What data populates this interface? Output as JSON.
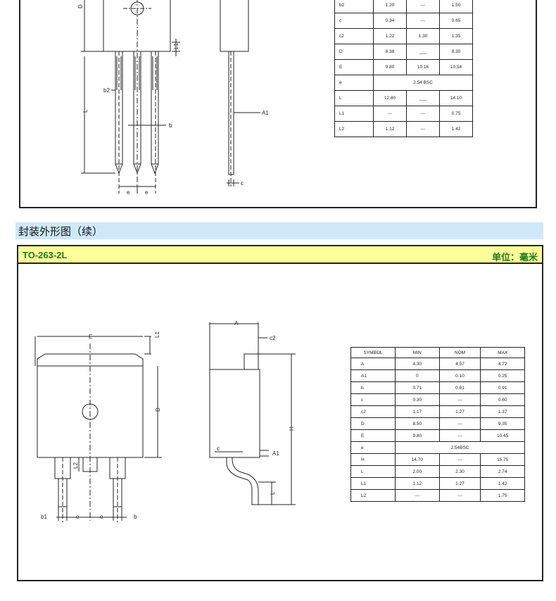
{
  "section_banner": "封装外形图（续）",
  "package": {
    "name": "TO-263-2L",
    "unit": "单位：毫米"
  },
  "top_table": {
    "rows": [
      [
        "b2",
        "1.20",
        "---",
        "1.50"
      ],
      [
        "c",
        "0.34",
        "---",
        "0.65"
      ],
      [
        "c2",
        "1.22",
        "1.30",
        "1.35"
      ],
      [
        "D",
        "8.38",
        "___",
        "9.30"
      ],
      [
        "E",
        "9.80",
        "10.16",
        "10.54"
      ],
      [
        "e",
        "2.54 BSC"
      ],
      [
        "L",
        "12.80",
        "___",
        "14.10"
      ],
      [
        "L1",
        "---",
        "---",
        "0.75"
      ],
      [
        "L2",
        "1.12",
        "---",
        "1.42"
      ]
    ]
  },
  "bottom_table": {
    "headers": [
      "SYMBOL",
      "MIN",
      "NOM",
      "MAX"
    ],
    "rows": [
      [
        "A",
        "4.30",
        "4.57",
        "4.72"
      ],
      [
        "A1",
        "0",
        "0.10",
        "0.25"
      ],
      [
        "b",
        "0.71",
        "0.81",
        "0.91"
      ],
      [
        "c",
        "0.30",
        "---",
        "0.60"
      ],
      [
        "c2",
        "1.17",
        "1.27",
        "1.37"
      ],
      [
        "D",
        "8.50",
        "---",
        "9.35"
      ],
      [
        "E",
        "9.80",
        "---",
        "10.45"
      ],
      [
        "e",
        "2.54BSC"
      ],
      [
        "H",
        "14.70",
        "---",
        "15.75"
      ],
      [
        "L",
        "2.00",
        "2.30",
        "2.74"
      ],
      [
        "L1",
        "1.12",
        "1.27",
        "1.42"
      ],
      [
        "L2",
        "---",
        "---",
        "1.75"
      ]
    ]
  },
  "drawing_labels": {
    "top_D": "D",
    "top_b2": "b2",
    "top_L": "L",
    "top_b": "b",
    "top_e1": "e",
    "top_e2": "e",
    "top_L1": "L1",
    "top_A1": "A1",
    "top_c": "c",
    "bot_E": "E",
    "bot_L1": "L1",
    "bot_D": "D",
    "bot_L2": "L2",
    "bot_b1": "b1",
    "bot_e1": "e",
    "bot_e2": "e",
    "bot_b": "b",
    "side_A": "A",
    "side_c2": "c2",
    "side_H": "H",
    "side_c": "c",
    "side_A1": "A1",
    "side_L": "L"
  }
}
